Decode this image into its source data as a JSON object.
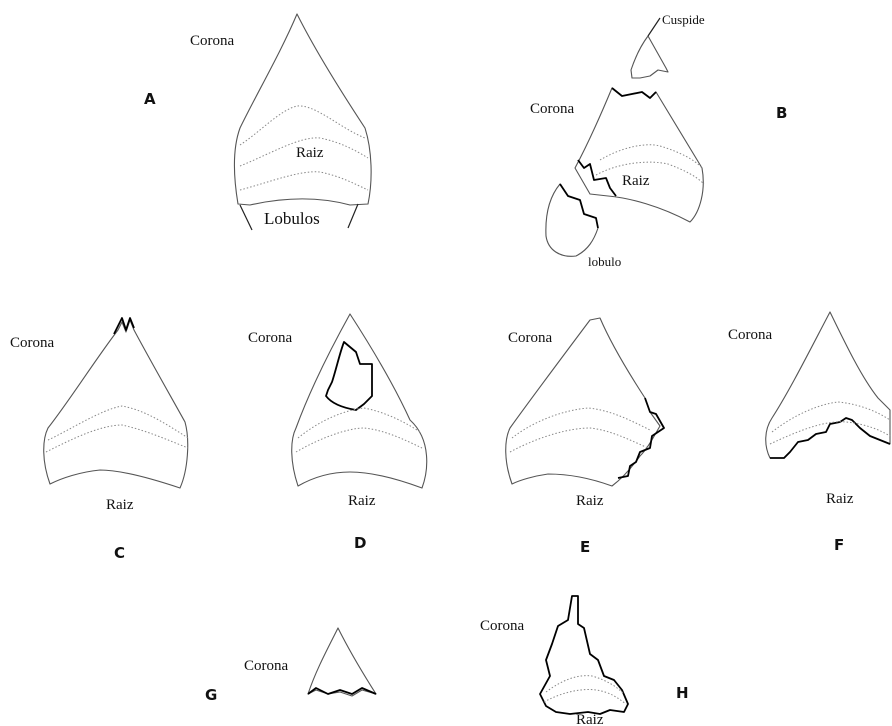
{
  "labels": {
    "corona": "Corona",
    "raiz": "Raiz",
    "lobulos": "Lobulos",
    "lobulo": "lobulo",
    "cuspide": "Cuspide"
  },
  "panels": [
    {
      "letter": "A"
    },
    {
      "letter": "B"
    },
    {
      "letter": "C"
    },
    {
      "letter": "D"
    },
    {
      "letter": "E"
    },
    {
      "letter": "F"
    },
    {
      "letter": "G"
    },
    {
      "letter": "H"
    }
  ]
}
